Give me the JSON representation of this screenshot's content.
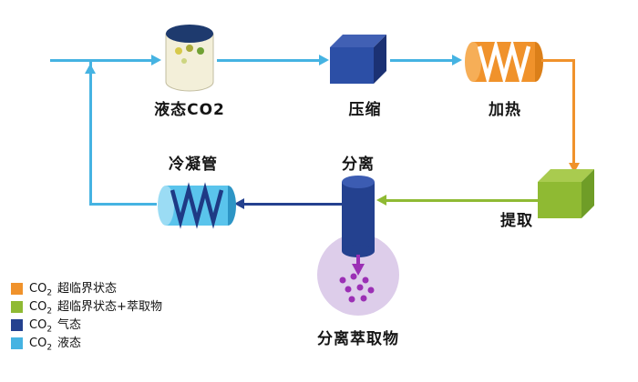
{
  "nodes": {
    "liquid_co2": {
      "label": "液态CO2"
    },
    "compress": {
      "label": "压缩"
    },
    "heat": {
      "label": "加热"
    },
    "extract": {
      "label": "提取"
    },
    "separate": {
      "label": "分离"
    },
    "condenser": {
      "label": "冷凝管"
    },
    "separated_extract": {
      "label": "分离萃取物"
    }
  },
  "legend": {
    "items": [
      {
        "formula": "CO",
        "subscript": "2",
        "state": "超临界状态",
        "color": "#f0922b"
      },
      {
        "formula": "CO",
        "subscript": "2",
        "state": "超临界状态+萃取物",
        "color": "#8fba33"
      },
      {
        "formula": "CO",
        "subscript": "2",
        "state": "气态",
        "color": "#24418f"
      },
      {
        "formula": "CO",
        "subscript": "2",
        "state": "液态",
        "color": "#45b3e2"
      }
    ]
  },
  "colors": {
    "supercritical": "#f0922b",
    "extract_mix": "#8fba33",
    "gas": "#24418f",
    "liquid": "#45b3e2",
    "purple": "#9b2fb5",
    "bulb": "#ddcdea"
  }
}
